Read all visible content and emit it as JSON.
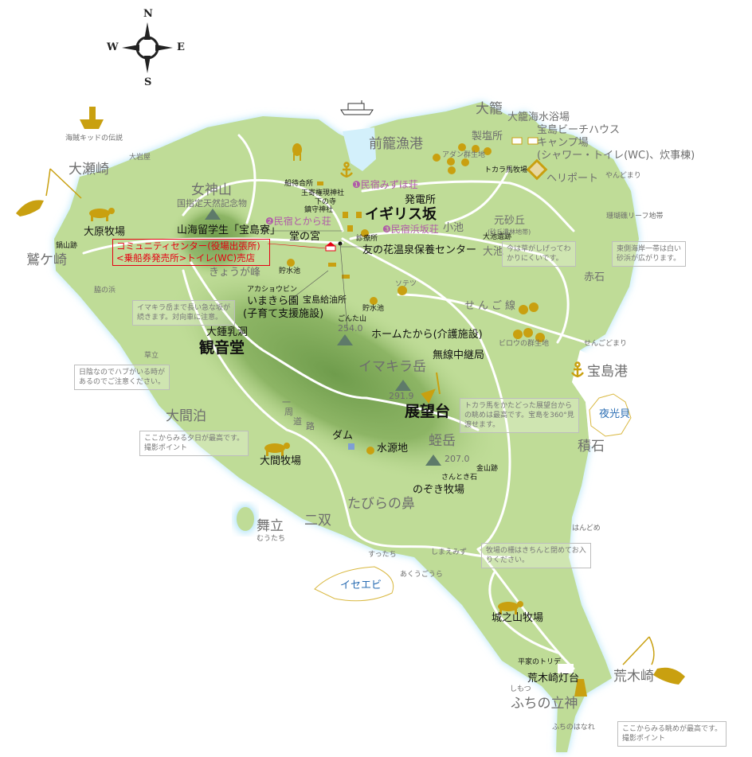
{
  "colors": {
    "land": "#bfdc97",
    "sea_halo": "#cdeefb",
    "mountain_shade": "#7ba556",
    "icon_gold": "#c9a010",
    "peak": "#5e7a6a",
    "lodging": "#b05aa8",
    "community": "#e60012",
    "sea_label": "#2a6db3"
  },
  "compass": {
    "n": "N",
    "s": "S",
    "e": "E",
    "w": "W"
  },
  "labels": {
    "pirate": "海賊キッドの伝説",
    "oiwaya": "大岩屋",
    "osezaki": "大瀬崎",
    "ohara_farm": "大原牧場",
    "nabeyama": "鍋山跡",
    "washigasaki": "鷲ケ崎",
    "megamiyama": "女神山",
    "megamiyama_sub": "国指定天然記念物",
    "dorm": "山海留学生「宝島寮」",
    "community": "コミュニティセンター(役場出張所)\n<乗船券発売所>トイレ(WC)売店",
    "donomiya": "堂の宮",
    "ferry_wait": "船待合所",
    "shrine1": "王寄権現神社",
    "shimonotera": "下の寺",
    "shrine2": "鎮守神社",
    "inn1": "❶民宿みずほ荘",
    "power": "発電所",
    "igirisu": "イギリス坂",
    "inn2": "❷民宿とから荘",
    "inn3": "❸民宿浜坂荘",
    "clinic": "診療所",
    "koike": "小池",
    "oike_ruins": "大池遺跡",
    "oike": "大池",
    "onsen": "友の花温泉保養センター",
    "reservoir1": "貯水池",
    "kyogamine": "きょうが峰",
    "akashobin": "アカショウビン",
    "imakiraen": "いまきら園",
    "imakiraen_sub": "(子育て支援施設)",
    "gas": "宝島給油所",
    "sotetsu": "ソテツ",
    "reservoir2": "貯水池",
    "gontayama": "ごんた山",
    "gontayama_h": "254.0",
    "home": "ホームたから(介護施設)",
    "cave": "大鍾乳洞",
    "kannondo": "観音堂",
    "wakinohama": "脇の浜",
    "kusadachi": "草立",
    "imakiradake": "イマキラ岳",
    "relay": "無線中継局",
    "imakira_h": "291.9",
    "observatory": "展望台",
    "loop1": "一",
    "loop2": "周",
    "loop3": "道",
    "loop4": "路",
    "omadomari": "大間泊",
    "dam": "ダム",
    "water_source": "水源地",
    "hirudake": "蛭岳",
    "hiru_h": "207.0",
    "kanayama": "金山跡",
    "santoki": "さんとき石",
    "nozoki": "のぞき牧場",
    "oma_farm": "大間牧場",
    "tabira": "たびらの鼻",
    "nisou": "二双",
    "mutachi": "舞立",
    "mutachi_kana": "むうたち",
    "suttachi": "すったち",
    "shimaemizu": "しまえみず",
    "akugoura": "あくうごうら",
    "iseebi": "イセエビ",
    "handome": "はんどめ",
    "jonoyama": "城之山牧場",
    "heike": "平家のトリデ",
    "lighthouse": "荒木崎灯台",
    "shimotsu": "しもつ",
    "fuchinotategami": "ふちの立神",
    "fuchinohanare": "ふちのはなれ",
    "arakizaki": "荒木崎",
    "okago": "大籠",
    "okago_beach": "大籠海水浴場",
    "beach_house": "宝島ビーチハウス",
    "camp": "キャンプ場",
    "camp_sub": "(シャワー・トイレ(WC)、炊事棟)",
    "salt": "製塩所",
    "adan": "アダン群生地",
    "tokara_horse": "トカラ馬牧場",
    "heliport": "ヘリポート",
    "yandomari": "やんどまり",
    "reef": "珊瑚礁リーフ地帯",
    "sakyu": "元砂丘",
    "sakyu_sub": "(砂丘遺林地帯)",
    "akaishi": "赤石",
    "sengo_line": "せんご線",
    "birou": "ビロウの群生地",
    "sengodomari": "せんごどまり",
    "takarajima_port": "宝島港",
    "yakougai": "夜光貝",
    "tsumiishi": "積石",
    "maegomori_port": "前籠漁港"
  },
  "notes": {
    "slope": "イマキラ岳まで長い急な坂が\n続きます。対向車に注意。",
    "habu": "日陰なのでハブがいる時が\nあるのでご注意ください。",
    "observatory": "トカラ馬をかたどった展望台から\nの眺めは最高です。宝島を360°見\n渡せます。",
    "sunset": "ここからみる夕日が最高です。\n撮影ポイント",
    "sakyu": "今は草がしげってわ\nかりにくいです。",
    "east_coast": "東側海岸一帯は白い\n砂浜が広がります。",
    "fence": "牧場の柵はきちんと閉めてお入\nりください。",
    "view": "ここからみる眺めが最高です。\n撮影ポイント"
  }
}
